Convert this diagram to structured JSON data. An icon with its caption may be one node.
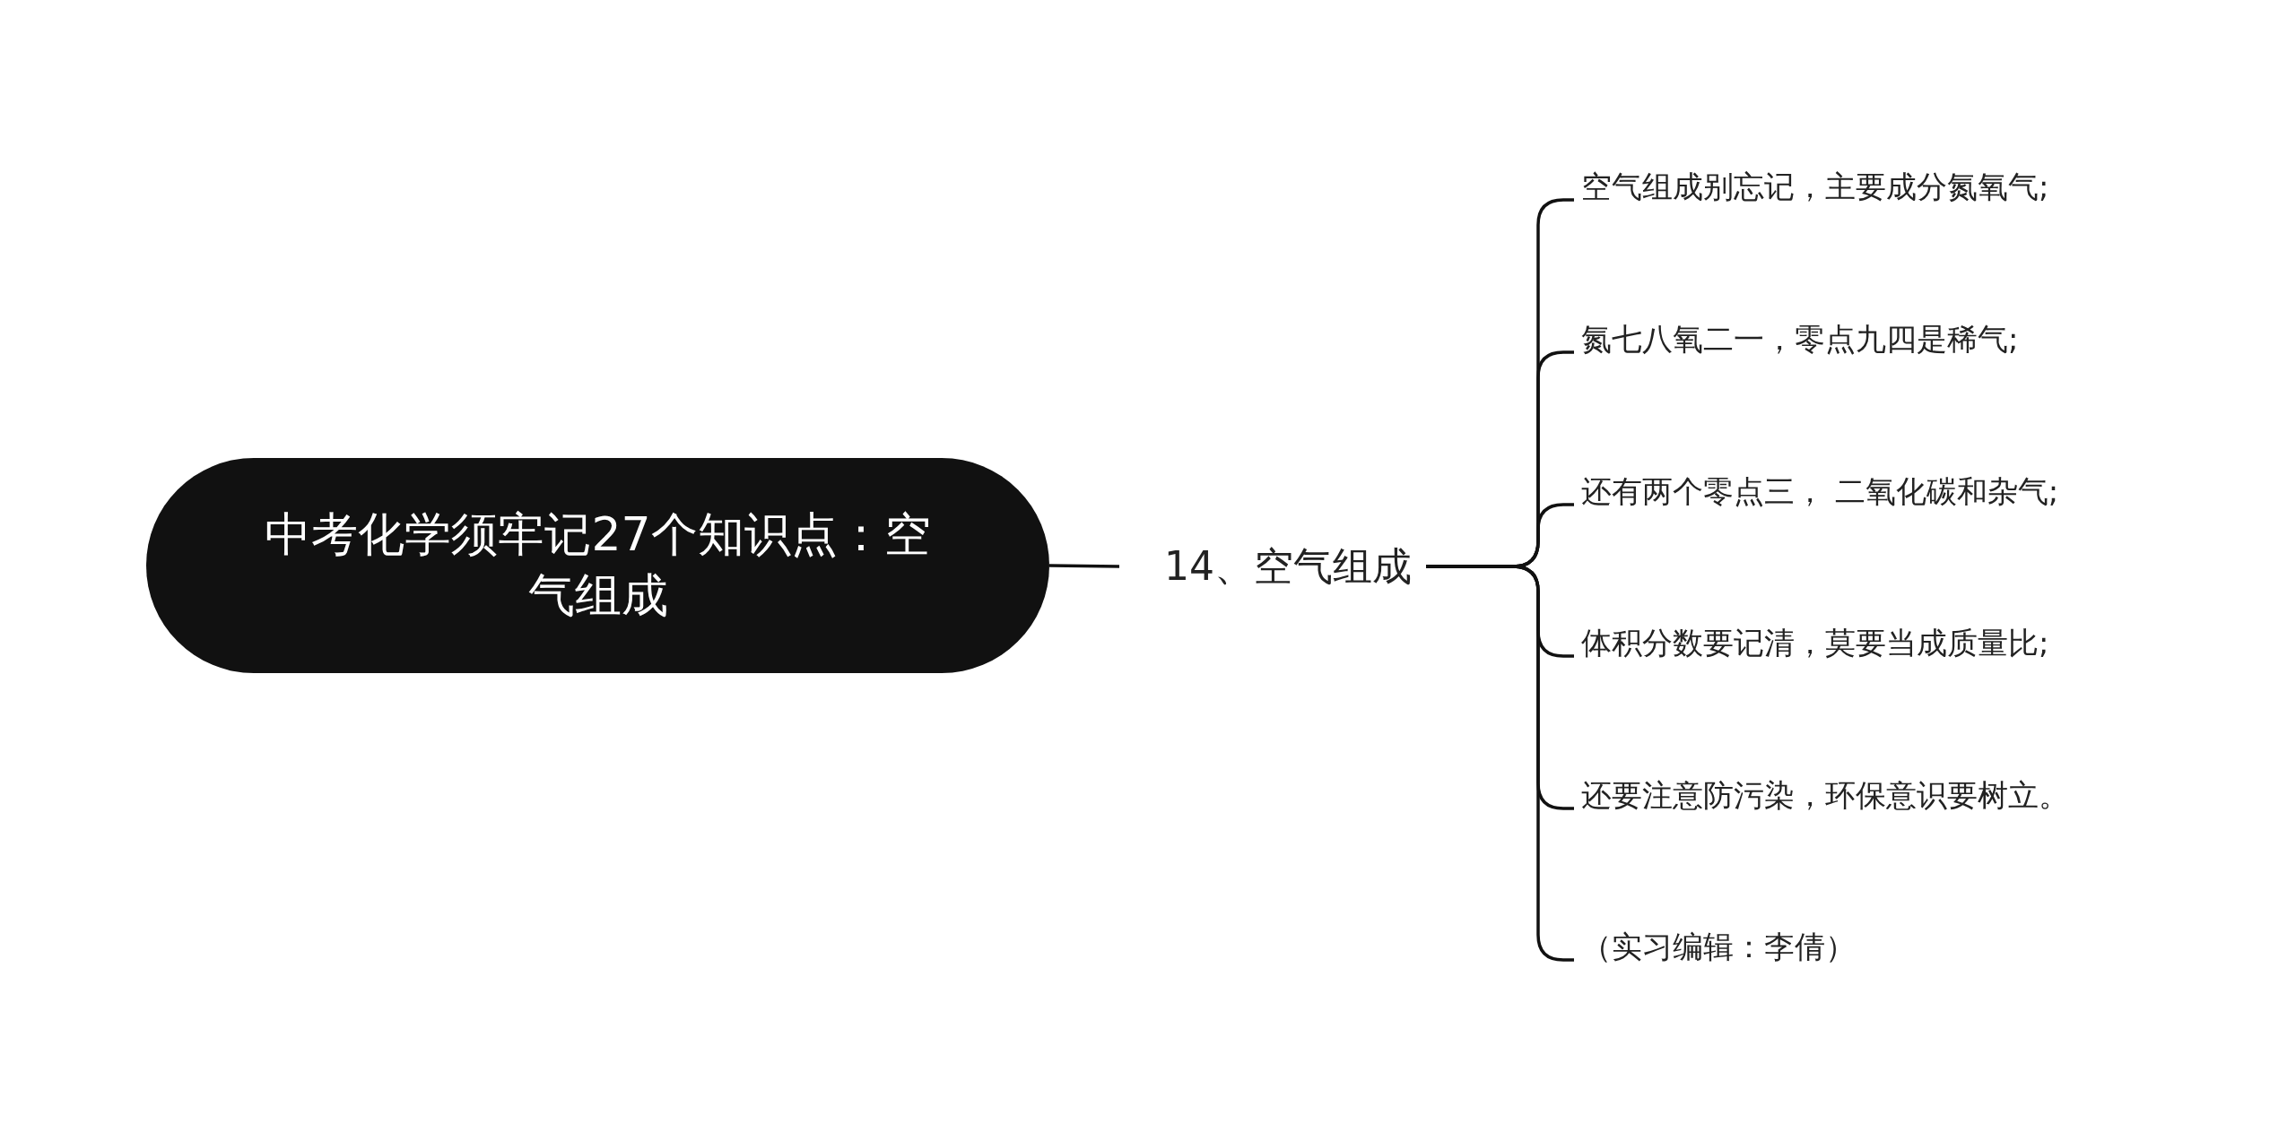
{
  "diagram": {
    "nodes": [
      {
        "text": [
          "中考化学须牢记27个知识点：空气组成"
        ]
      },
      {
        "text": [
          "14、空气组成"
        ]
      },
      {
        "text": [
          "空气组成别忘记，主要成分氮氧气;"
        ]
      },
      {
        "text": [
          "氮七八氧二一，零点九四是稀气;"
        ]
      },
      {
        "text": [
          "还有两个零点三， 二氧化碳和杂气;"
        ]
      },
      {
        "text": [
          "体积分数要记清，莫要当成质量比;"
        ]
      },
      {
        "text": [
          "还要注意防污染，环保意识要树立。"
        ]
      },
      {
        "text": [
          "（实习编辑：李倩）"
        ]
      }
    ],
    "edges": [
      {
        "from": 0,
        "to": 1,
        "arrow": "none"
      },
      {
        "from": 1,
        "to": 2,
        "arrow": "none"
      },
      {
        "from": 1,
        "to": 3,
        "arrow": "none"
      },
      {
        "from": 1,
        "to": 4,
        "arrow": "none"
      },
      {
        "from": 1,
        "to": 5,
        "arrow": "none"
      },
      {
        "from": 1,
        "to": 6,
        "arrow": "none"
      },
      {
        "from": 1,
        "to": 7,
        "arrow": "none"
      }
    ]
  }
}
